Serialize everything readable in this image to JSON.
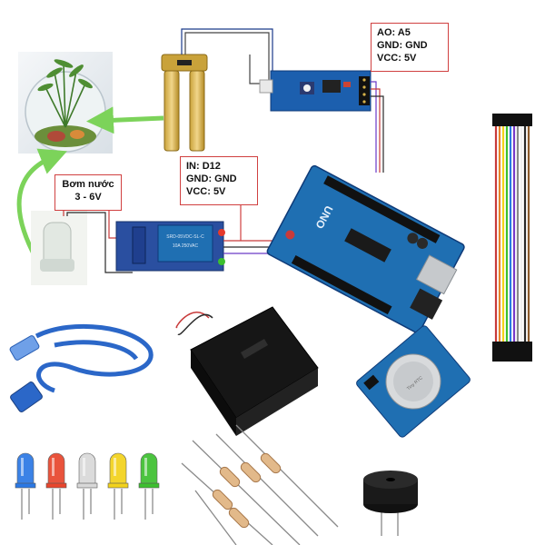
{
  "labels": {
    "sensor_module": [
      "AO: A5",
      "GND: GND",
      "VCC: 5V"
    ],
    "relay": [
      "IN: D12",
      "GND: GND",
      "VCC: 5V"
    ],
    "pump": [
      "Bơm nước",
      "3 - 6V"
    ]
  },
  "markings": {
    "arduino_logo": "UNO",
    "rtc_module": "Tiny RTC"
  },
  "colors": {
    "annotation_border": "#d04040",
    "arrow": "#7cd35a",
    "board_blue": "#1f6fb2",
    "relay_blue": "#2a4fa0",
    "sensor_board": "#1c5fae"
  },
  "led_colors": [
    "#2b78e4",
    "#e8452c",
    "#d8d8d8",
    "#f2d21b",
    "#3cbf2f"
  ]
}
